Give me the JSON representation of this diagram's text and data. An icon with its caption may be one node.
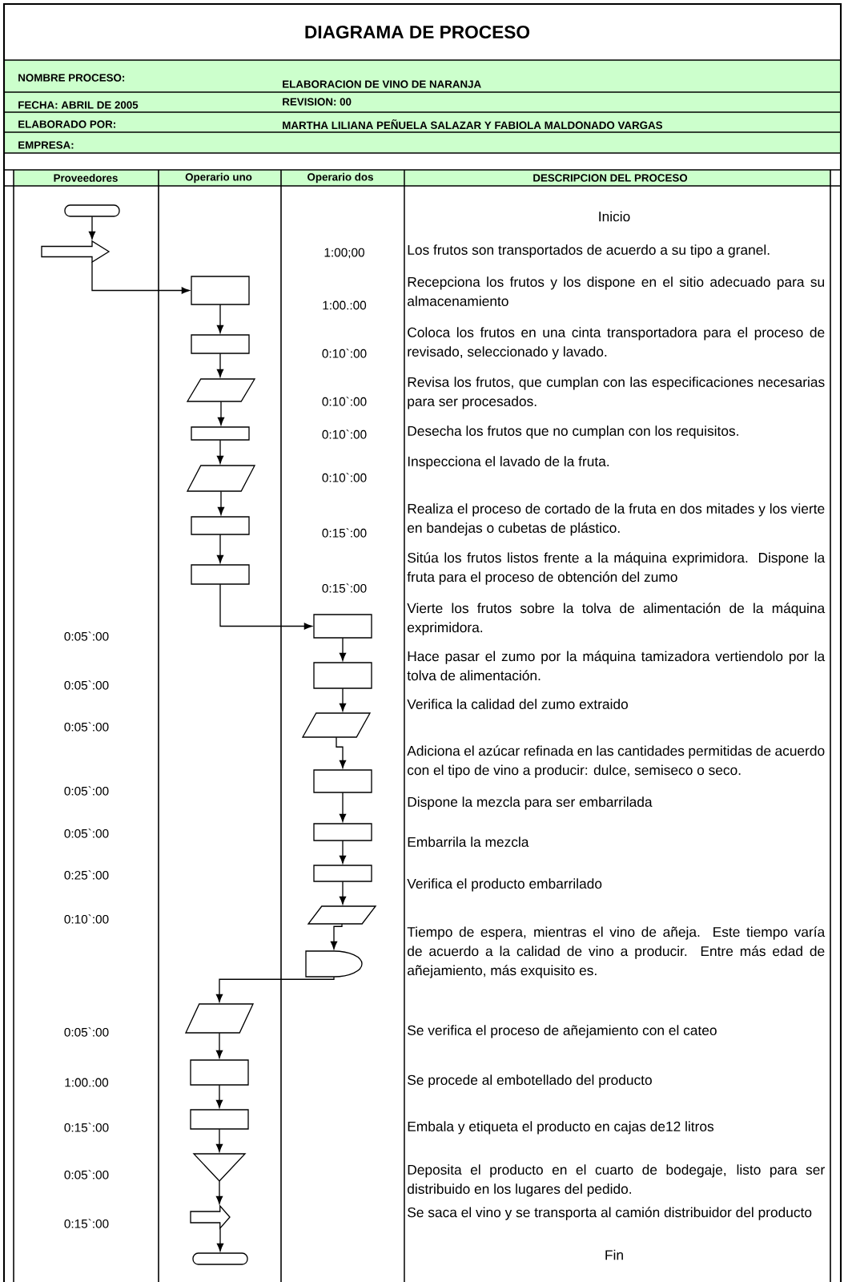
{
  "diagram": {
    "title": "DIAGRAMA DE PROCESO",
    "nodes": [
      {
        "text": [],
        "shape": "terminal"
      },
      {
        "text": [],
        "shape": "arrow"
      },
      {
        "text": [],
        "shape": "box"
      },
      {
        "text": [],
        "shape": "box"
      },
      {
        "text": [],
        "shape": "parallelogram"
      },
      {
        "text": [],
        "shape": "box"
      },
      {
        "text": [],
        "shape": "parallelogram"
      },
      {
        "text": [],
        "shape": "box"
      },
      {
        "text": [],
        "shape": "box"
      },
      {
        "text": [],
        "shape": "box"
      },
      {
        "text": [],
        "shape": "box"
      },
      {
        "text": [],
        "shape": "parallelogram"
      },
      {
        "text": [],
        "shape": "box"
      },
      {
        "text": [],
        "shape": "box"
      },
      {
        "text": [],
        "shape": "box"
      },
      {
        "text": [],
        "shape": "parallelogram"
      },
      {
        "text": [],
        "shape": "delay"
      },
      {
        "text": [],
        "shape": "parallelogram"
      },
      {
        "text": [],
        "shape": "box"
      },
      {
        "text": [],
        "shape": "box"
      },
      {
        "text": [],
        "shape": "triangle"
      },
      {
        "text": [],
        "shape": "arrow"
      },
      {
        "text": [],
        "shape": "terminal"
      }
    ],
    "edges": [
      {
        "from": 0,
        "to": 1,
        "arrow": "to"
      },
      {
        "from": 1,
        "to": 2,
        "arrow": "to"
      },
      {
        "from": 2,
        "to": 3,
        "arrow": "to"
      },
      {
        "from": 3,
        "to": 4,
        "arrow": "to"
      },
      {
        "from": 4,
        "to": 5,
        "arrow": "to"
      },
      {
        "from": 5,
        "to": 6,
        "arrow": "to"
      },
      {
        "from": 6,
        "to": 7,
        "arrow": "to"
      },
      {
        "from": 7,
        "to": 8,
        "arrow": "to"
      },
      {
        "from": 8,
        "to": 9,
        "arrow": "to"
      },
      {
        "from": 9,
        "to": 10,
        "arrow": "to"
      },
      {
        "from": 10,
        "to": 11,
        "arrow": "to"
      },
      {
        "from": 11,
        "to": 12,
        "arrow": "to"
      },
      {
        "from": 12,
        "to": 13,
        "arrow": "to"
      },
      {
        "from": 13,
        "to": 14,
        "arrow": "to"
      },
      {
        "from": 14,
        "to": 15,
        "arrow": "to"
      },
      {
        "from": 15,
        "to": 16,
        "arrow": "to"
      },
      {
        "from": 16,
        "to": 17,
        "arrow": "to"
      },
      {
        "from": 17,
        "to": 18,
        "arrow": "to"
      },
      {
        "from": 18,
        "to": 19,
        "arrow": "to"
      },
      {
        "from": 19,
        "to": 20,
        "arrow": "to"
      },
      {
        "from": 20,
        "to": 21,
        "arrow": "to"
      },
      {
        "from": 21,
        "to": 22,
        "arrow": "to"
      }
    ],
    "labels": [
      "NOMBRE PROCESO:",
      "ELABORACION DE VINO DE NARANJA",
      "FECHA: ABRIL DE 2005",
      "REVISION: 00",
      "ELABORADO POR:",
      "MARTHA LILIANA PEÑUELA SALAZAR Y FABIOLA MALDONADO VARGAS",
      "EMPRESA:",
      "Proveedores",
      "Operario uno",
      "Operario dos",
      "DESCRIPCION DEL PROCESO",
      "Inicio",
      "1:00;00",
      "Los frutos son transportados de acuerdo a su tipo a granel.",
      "1:00.:00",
      "Recepciona los frutos y los dispone en el sitio adecuado para su almacenamiento",
      "0:10`:00",
      "Coloca los frutos en una cinta transportadora para el proceso de revisado, seleccionado y lavado.",
      "0:10`:00",
      "Revisa los frutos, que cumplan con las especificaciones necesarias para ser procesados.",
      "0:10`:00",
      "Desecha los frutos que no cumplan con los requisitos.",
      "0:10`:00",
      "Inspecciona el lavado de la fruta.",
      "0:15`:00",
      "Realiza el proceso de cortado de la fruta en dos mitades y los vierte en bandejas o cubetas de plástico.",
      "0:15`:00",
      "Sitúa los frutos listos frente a la máquina exprimidora. Dispone la fruta para el proceso de obtención del zumo",
      "0:05`:00",
      "Vierte los frutos sobre la tolva de alimentación de la máquina exprimidora.",
      "0:05`:00",
      "Hace pasar el zumo por la máquina tamizadora vertiendolo por la tolva de alimentación.",
      "0:05`:00",
      "Verifica la calidad del zumo extraido",
      "0:05`:00",
      "Adiciona el azúcar refinada en las cantidades permitidas de acuerdo con el tipo de vino a producir: dulce, semiseco o seco.",
      "0:05`:00",
      "Dispone la mezcla para ser embarrilada",
      "0:25`:00",
      "Embarrila la mezcla",
      "0:10`:00",
      "Verifica el producto embarrilado",
      "Tiempo de espera, mientras el vino de añeja. Este tiempo varía de acuerdo a la calidad de vino a producir. Entre más edad de añejamiento, más exquisito es.",
      "0:05`:00",
      "Se verifica el proceso de añejamiento con el cateo",
      "1:00.:00",
      "Se procede al embotellado del producto",
      "0:15`:00",
      "Embala y etiqueta el producto en cajas de12 litros",
      "0:05`:00",
      "Deposita el producto en el cuarto de bodegaje, listo para ser distribuido en los lugares del pedido.",
      "0:15`:00",
      "Se saca el vino y se transporta al camión distribuidor del producto",
      "Fin"
    ]
  }
}
